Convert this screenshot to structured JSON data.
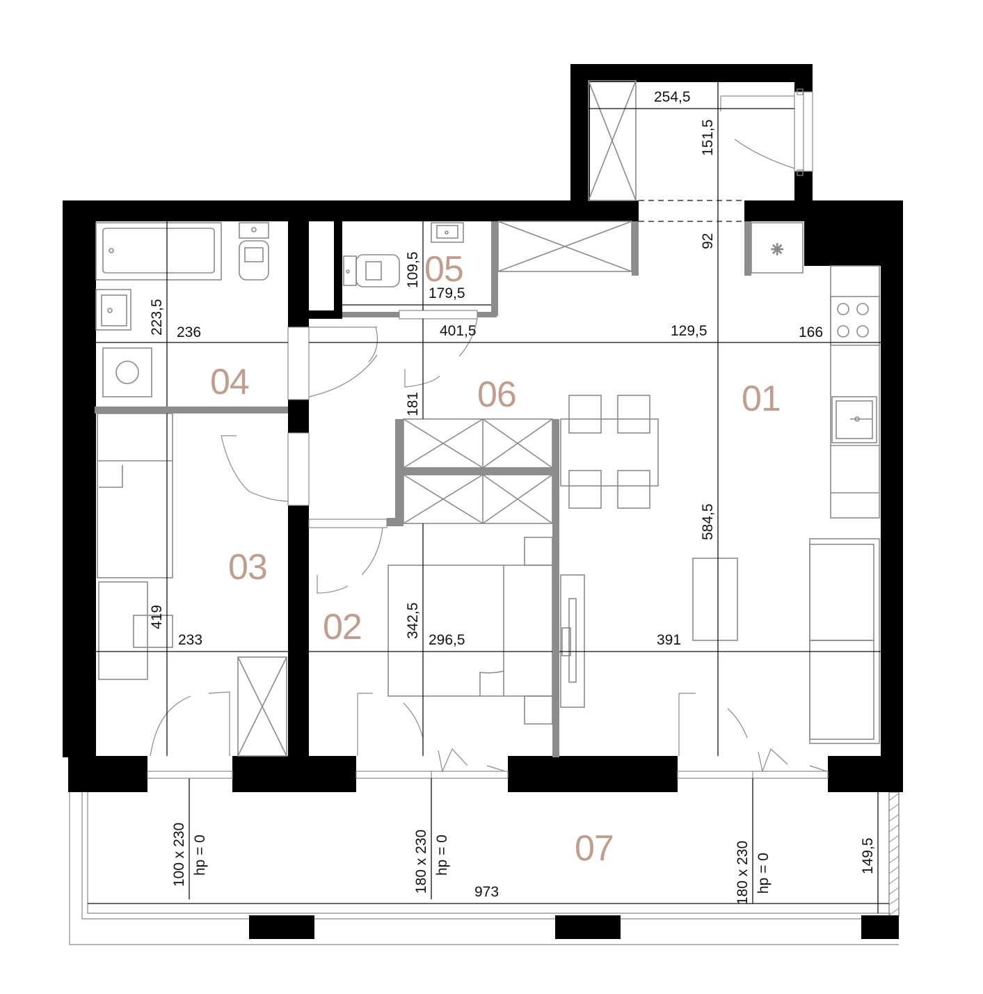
{
  "rooms": {
    "r01": "01",
    "r02": "02",
    "r03": "03",
    "r04": "04",
    "r05": "05",
    "r06": "06",
    "r07": "07"
  },
  "dimensions": {
    "d254_5": "254,5",
    "d151_5": "151,5",
    "d92": "92",
    "d109_5": "109,5",
    "d179_5": "179,5",
    "d223_5": "223,5",
    "d236": "236",
    "d401_5": "401,5",
    "d129_5": "129,5",
    "d166": "166",
    "d181": "181",
    "d584_5": "584,5",
    "d342_5": "342,5",
    "d419": "419",
    "d233": "233",
    "d296_5": "296,5",
    "d391": "391",
    "d973": "973",
    "d149_5": "149,5"
  },
  "openings": {
    "w1_size": "100 x 230",
    "w1_hp": "hp = 0",
    "w2_size": "180 x 230",
    "w2_hp": "hp = 0",
    "w3_size": "180 x 230",
    "w3_hp": "hp = 0"
  },
  "colors": {
    "wall": "#000000",
    "partition": "#8c8c8c",
    "room_label": "#c29d8e",
    "furniture": "#8a8a8a"
  }
}
